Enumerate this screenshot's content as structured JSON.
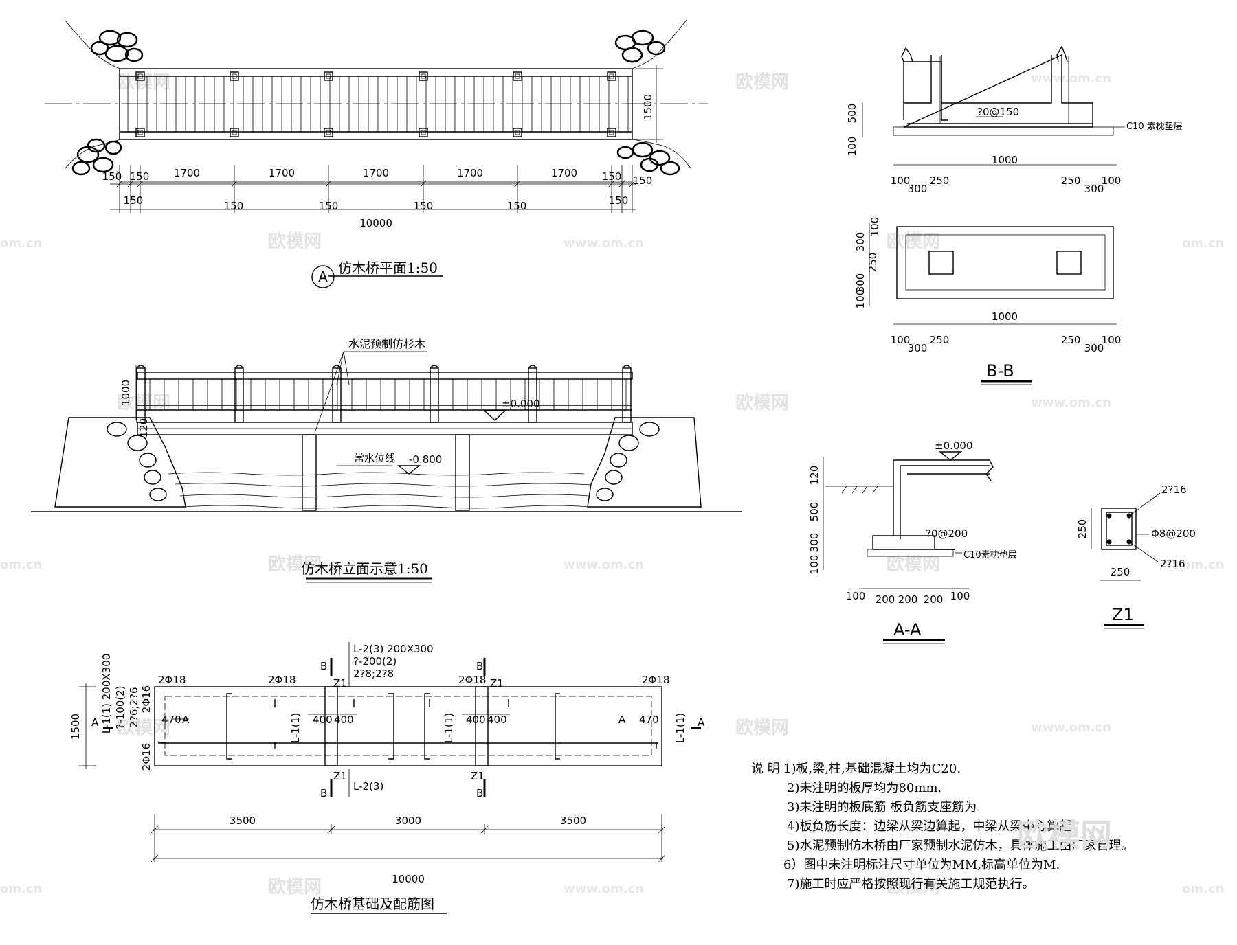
{
  "titles": {
    "plan": "仿木桥平面1:50",
    "plan_circle": "A",
    "elevation": "仿木桥立面示意1:50",
    "foundation": "仿木桥基础及配筋图",
    "section_bb": "B-B",
    "section_aa": "A-A",
    "section_z1": "Z1"
  },
  "plan": {
    "span_labels": [
      "1700",
      "1700",
      "1700",
      "1700",
      "1700"
    ],
    "edge_small": "150",
    "bottom_labels": [
      "150",
      "150",
      "150",
      "150",
      "150",
      "150",
      "150"
    ],
    "total": "10000",
    "width": "1500"
  },
  "elevation": {
    "material_label": "水泥预制仿杉木",
    "railing_height": "1000",
    "deck_thickness": "120",
    "level_top": "±0.000",
    "water_label": "常水位线",
    "water_level": "-0.800"
  },
  "foundation": {
    "beam_top_1": "L-2(3)  200X300",
    "beam_top_2": "?-200(2)",
    "beam_top_3": "2?8;2?8",
    "beam_bottom": "L-2(3)",
    "z1": "Z1",
    "b": "B",
    "a": "A",
    "rebar_top": "2Φ18",
    "rebar_side_1": "2Φ16",
    "rebar_side_2": "2Φ16",
    "left_beam_1": "L-1(1) 200X300",
    "left_beam_2": "?-100(2)",
    "left_beam_3": "2?6;2?6",
    "l1": "L-1(1)",
    "d470": "470",
    "d400": "400",
    "width": "1500",
    "spans": [
      "3500",
      "3000",
      "3500"
    ],
    "total": "10000"
  },
  "section_bb": {
    "d500": "500",
    "d100": "100",
    "rebar": "?0@150",
    "bedding": "C10 素枕垫层",
    "dims_bottom": [
      "100",
      "300",
      "250",
      "1000",
      "250",
      "300",
      "100"
    ],
    "plan_dims_left": [
      "300",
      "100",
      "250",
      "300",
      "100"
    ]
  },
  "section_aa": {
    "level": "±0.000",
    "d120": "120",
    "d500": "500",
    "d300": "300",
    "d100": "100",
    "rebar": "?0@200",
    "bedding": "C10素枕垫层",
    "dims_bottom": [
      "100",
      "200",
      "200",
      "200",
      "100"
    ]
  },
  "section_z1": {
    "top": "2?16",
    "stirrup": "Φ8@200",
    "bottom": "2?16",
    "d250": "250"
  },
  "notes": {
    "label": "说  明",
    "items": [
      "1)板,梁,柱,基础混凝土均为C20.",
      "2)未注明的板厚均为80mm.",
      "3)未注明的板底筋           板负筋支座筋为",
      "4)板负筋长度：边梁从梁边算起，中梁从梁中心算起",
      "5)水泥预制仿木桥由厂家预制水泥仿木，具体施工由厂家自理。",
      "6）图中未注明标注尺寸单位为MM,标高单位为M.",
      "7)施工时应严格按照现行有关施工规范执行。"
    ]
  },
  "watermarks": {
    "logo": "欧模网",
    "url": "www.om.cn",
    "url_short": "om.cn"
  }
}
